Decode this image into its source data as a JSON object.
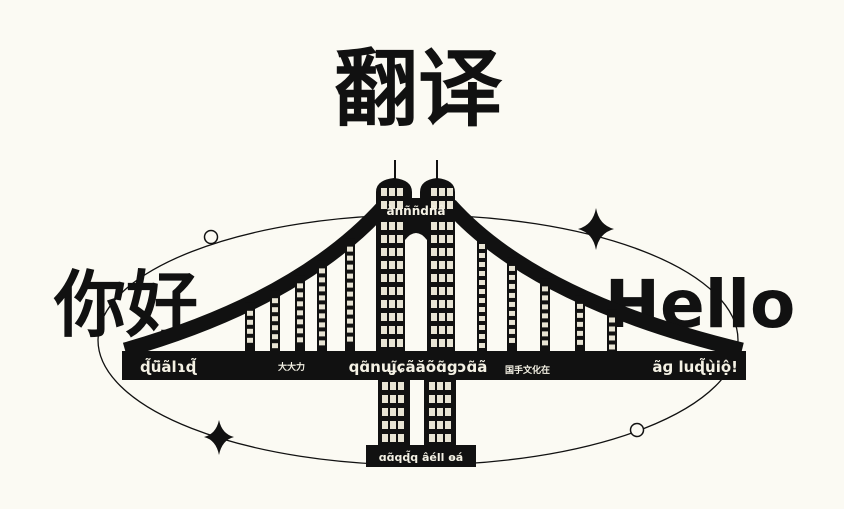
{
  "title": "翻译",
  "left_word": "你好",
  "right_word": "Hello",
  "bridge_text": {
    "tower_top": "ànññdñâ",
    "deck_left": "ɖ̃ũ̃ãlɿɖ̃",
    "deck_center": "qɑ̃nuʝ̃ɕãăõɑ̃gɔɑ̃ã",
    "deck_right": "ãɡ luɖ̃ụ̀iộ!",
    "base": "ɑɑ̃qɖ̃q âéll ɵá",
    "cjk_cluster": "国手文化在",
    "cjk_left": "大大力"
  },
  "colors": {
    "background": "#fbfaf3",
    "ink": "#111111"
  }
}
